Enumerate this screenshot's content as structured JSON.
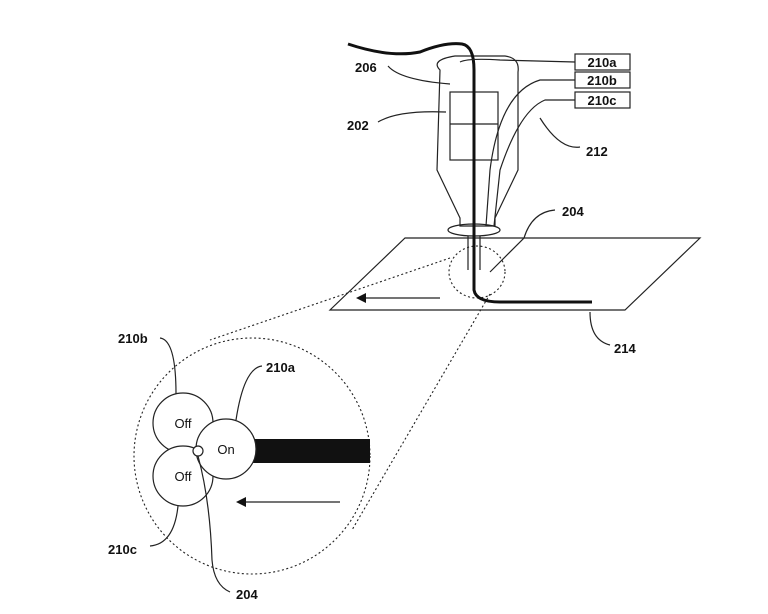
{
  "labels": {
    "r206": "206",
    "r202": "202",
    "r210a_box": "210a",
    "r210b_box": "210b",
    "r210c_box": "210c",
    "r212": "212",
    "r204_top": "204",
    "r214": "214",
    "r210b_zoom": "210b",
    "r210a_zoom": "210a",
    "r210c_zoom": "210c",
    "r204_zoom": "204"
  },
  "nozzle_states": {
    "b": "Off",
    "a": "On",
    "c": "Off"
  }
}
